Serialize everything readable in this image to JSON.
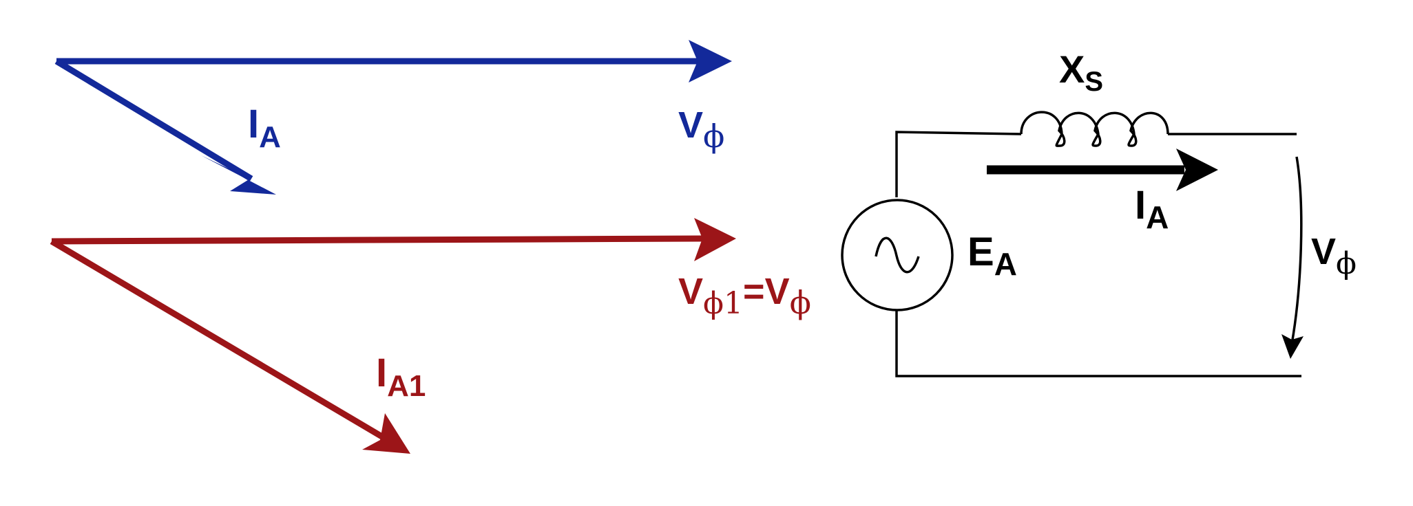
{
  "colors": {
    "blue": "#13299a",
    "red": "#9c1518",
    "black": "#000000"
  },
  "phasor_top": {
    "v_label": "V",
    "v_sub": "ϕ",
    "i_label": "I",
    "i_sub": "A"
  },
  "phasor_bottom": {
    "v_label": "V",
    "v_sub": "ϕ1",
    "eq": "=",
    "v2_label": "V",
    "v2_sub": "ϕ",
    "i_label": "I",
    "i_sub": "A1"
  },
  "circuit": {
    "xs_label": "X",
    "xs_sub": "S",
    "ea_label": "E",
    "ea_sub": "A",
    "ia_label": "I",
    "ia_sub": "A",
    "v_label": "V",
    "v_sub": "ϕ"
  }
}
